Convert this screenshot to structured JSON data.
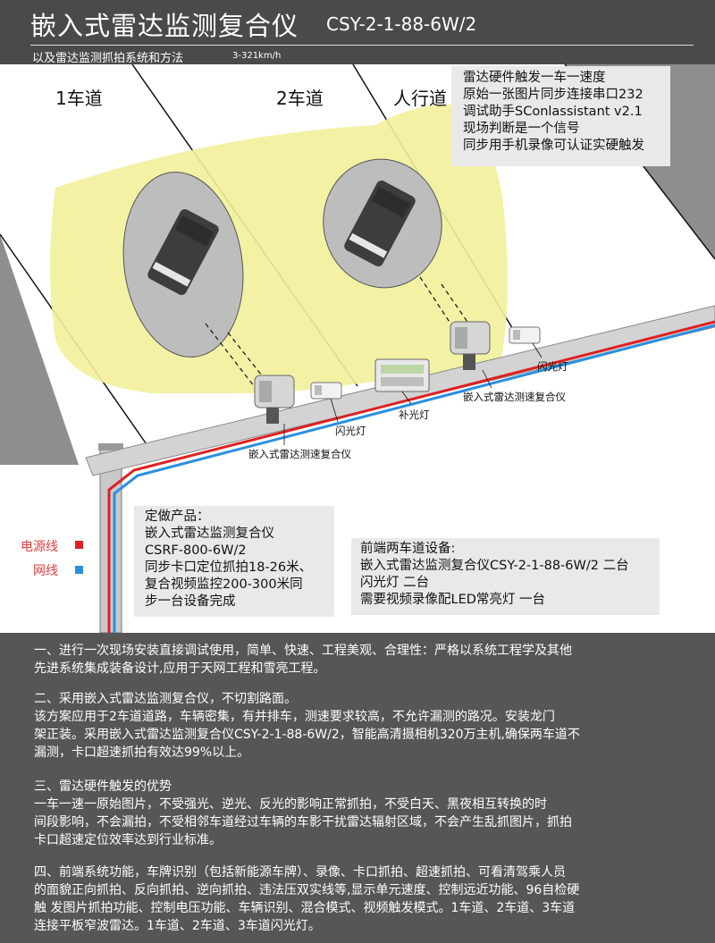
{
  "header": {
    "title": "嵌入式雷达监测复合仪",
    "model": "CSY-2-1-88-6W/2",
    "subtitle": "以及雷达监测抓拍系统和方法",
    "speed_range": "3-321km/h"
  },
  "lanes": [
    "1车道",
    "2车道",
    "人行道"
  ],
  "top_note": [
    "雷达硬件触发一车一速度",
    "原始一张图片同步连接串口232",
    "调试助手SConlassistant v2.1",
    "现场判断是一个信号",
    "同步用手机录像可认证实硬触发"
  ],
  "device_labels": {
    "flash_left": "闪光灯",
    "radar_left": "嵌入式雷达测速复合仪",
    "fill_light": "补光灯",
    "radar_right": "嵌入式雷达测速复合仪",
    "flash_right": "闪光灯"
  },
  "legend": {
    "power_label": "电源线",
    "power_color": "#e02020",
    "network_label": "网线",
    "network_color": "#2a8fe0"
  },
  "product_note": [
    "定做产品：",
    "嵌入式雷达监测复合仪",
    "CSRF-800-6W/2",
    "同步卡口定位抓拍18-26米、",
    "复合视频监控200-300米同",
    "步一台设备完成"
  ],
  "front_note": [
    "前端两车道设备:",
    "嵌入式雷达监测复合仪CSY-2-1-88-6W/2  二台",
    "闪光灯  二台",
    "需要视频录像配LED常亮灯   一台"
  ],
  "sections": [
    [
      "一、进行一次现场安装直接调试使用，简单、快速、工程美观、合理性：严格以系统工程学及其他",
      "    先进系统集成装备设计,应用于天网工程和雪亮工程。"
    ],
    [
      "二、采用嵌入式雷达监测复合仪，不切割路面。",
      "    该方案应用于2车道道路，车辆密集，有并排车，测速要求较高，不允许漏测的路况。安装龙门",
      "架正装。采用嵌入式雷达监测复合仪CSY-2-1-88-6W/2，智能高清摄相机320万主机,确保两车道不",
      "漏测，卡口超速抓拍有效达99%以上。"
    ],
    [
      "三、雷达硬件触发的优势",
      "    一车一速一原始图片，不受强光、逆光、反光的影响正常抓拍，不受白天、黑夜相互转换的时",
      "间段影响，不会漏拍，不受相邻车道经过车辆的车影干扰雷达辐射区域，不会产生乱抓图片，抓拍",
      "卡口超速定位效率达到行业标准。"
    ],
    [
      "四、前端系统功能，车牌识别（包括新能源车牌）、录像、卡口抓拍、超速抓拍、可看清驾乘人员",
      "的面貌正向抓拍、反向抓拍、逆向抓拍、违法压双实线等,显示单元速度、控制远近功能、96自检硬",
      "触 发图片抓拍功能、控制电压功能、车辆识别、混合模式、视频触发模式。1车道、2车道、3车道",
      "连接平板窄波雷达。1车道、2车道、3车道闪光灯。"
    ]
  ]
}
